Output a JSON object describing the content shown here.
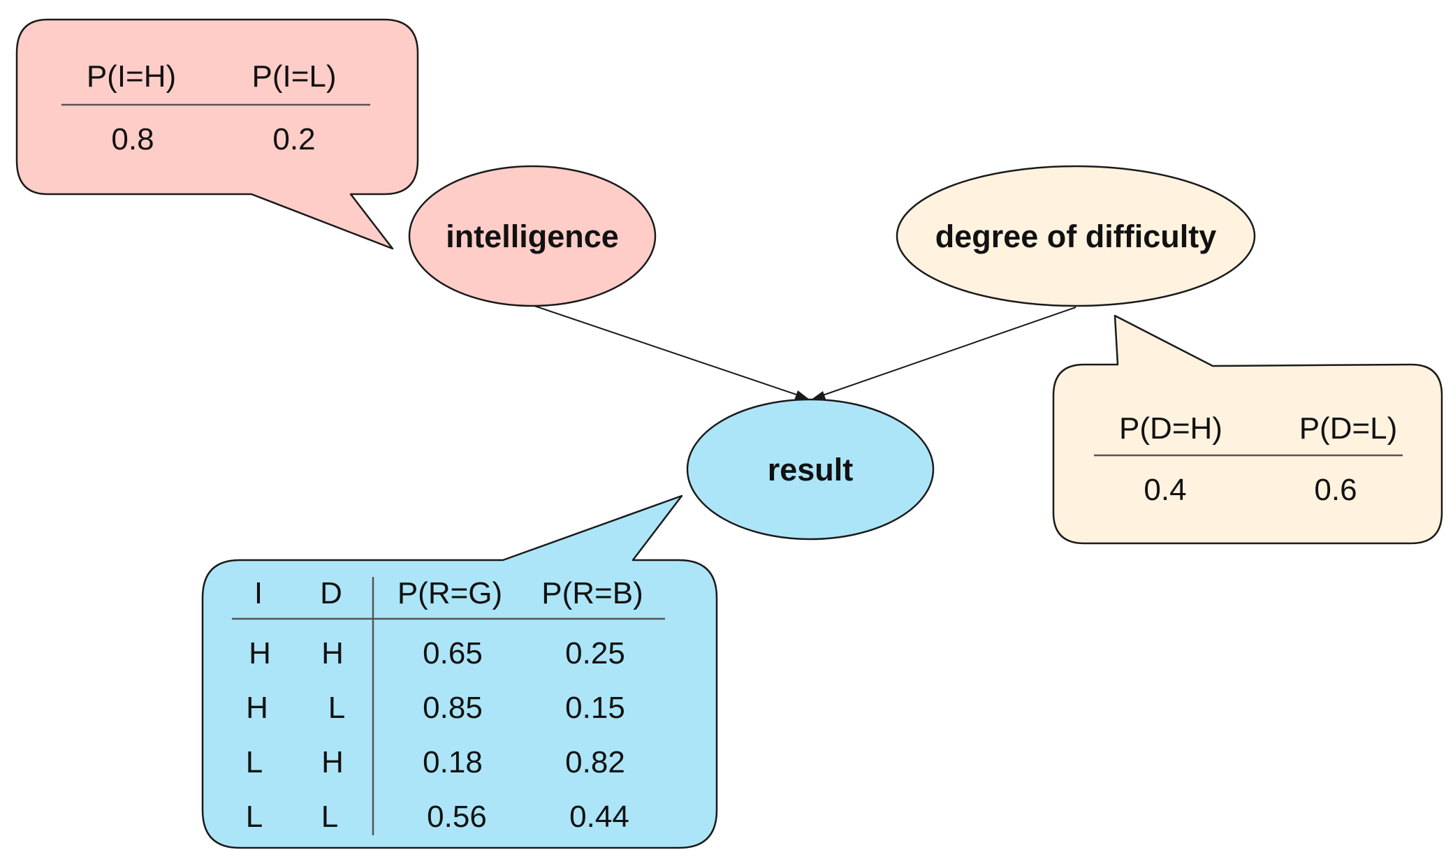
{
  "colors": {
    "intelligence_fill": "#ffcdc8",
    "difficulty_fill": "#fff2df",
    "result_fill": "#ace5f7",
    "outline": "#1a1a1a"
  },
  "nodes": {
    "intelligence": {
      "label": "intelligence"
    },
    "difficulty": {
      "label": "degree of difficulty"
    },
    "result": {
      "label": "result"
    }
  },
  "edges": [
    {
      "from": "intelligence",
      "to": "result"
    },
    {
      "from": "degree of difficulty",
      "to": "result"
    }
  ],
  "tables": {
    "intelligence": {
      "headers": [
        "P(I=H)",
        "P(I=L)"
      ],
      "values": [
        "0.8",
        "0.2"
      ]
    },
    "difficulty": {
      "headers": [
        "P(D=H)",
        "P(D=L)"
      ],
      "values": [
        "0.4",
        "0.6"
      ]
    },
    "result": {
      "headers": [
        "I",
        "D",
        "P(R=G)",
        "P(R=B)"
      ],
      "rows": [
        [
          "H",
          "H",
          "0.65",
          "0.25"
        ],
        [
          "H",
          "L",
          "0.85",
          "0.15"
        ],
        [
          "L",
          "H",
          "0.18",
          "0.82"
        ],
        [
          "L",
          "L",
          "0.56",
          "0.44"
        ]
      ]
    }
  }
}
